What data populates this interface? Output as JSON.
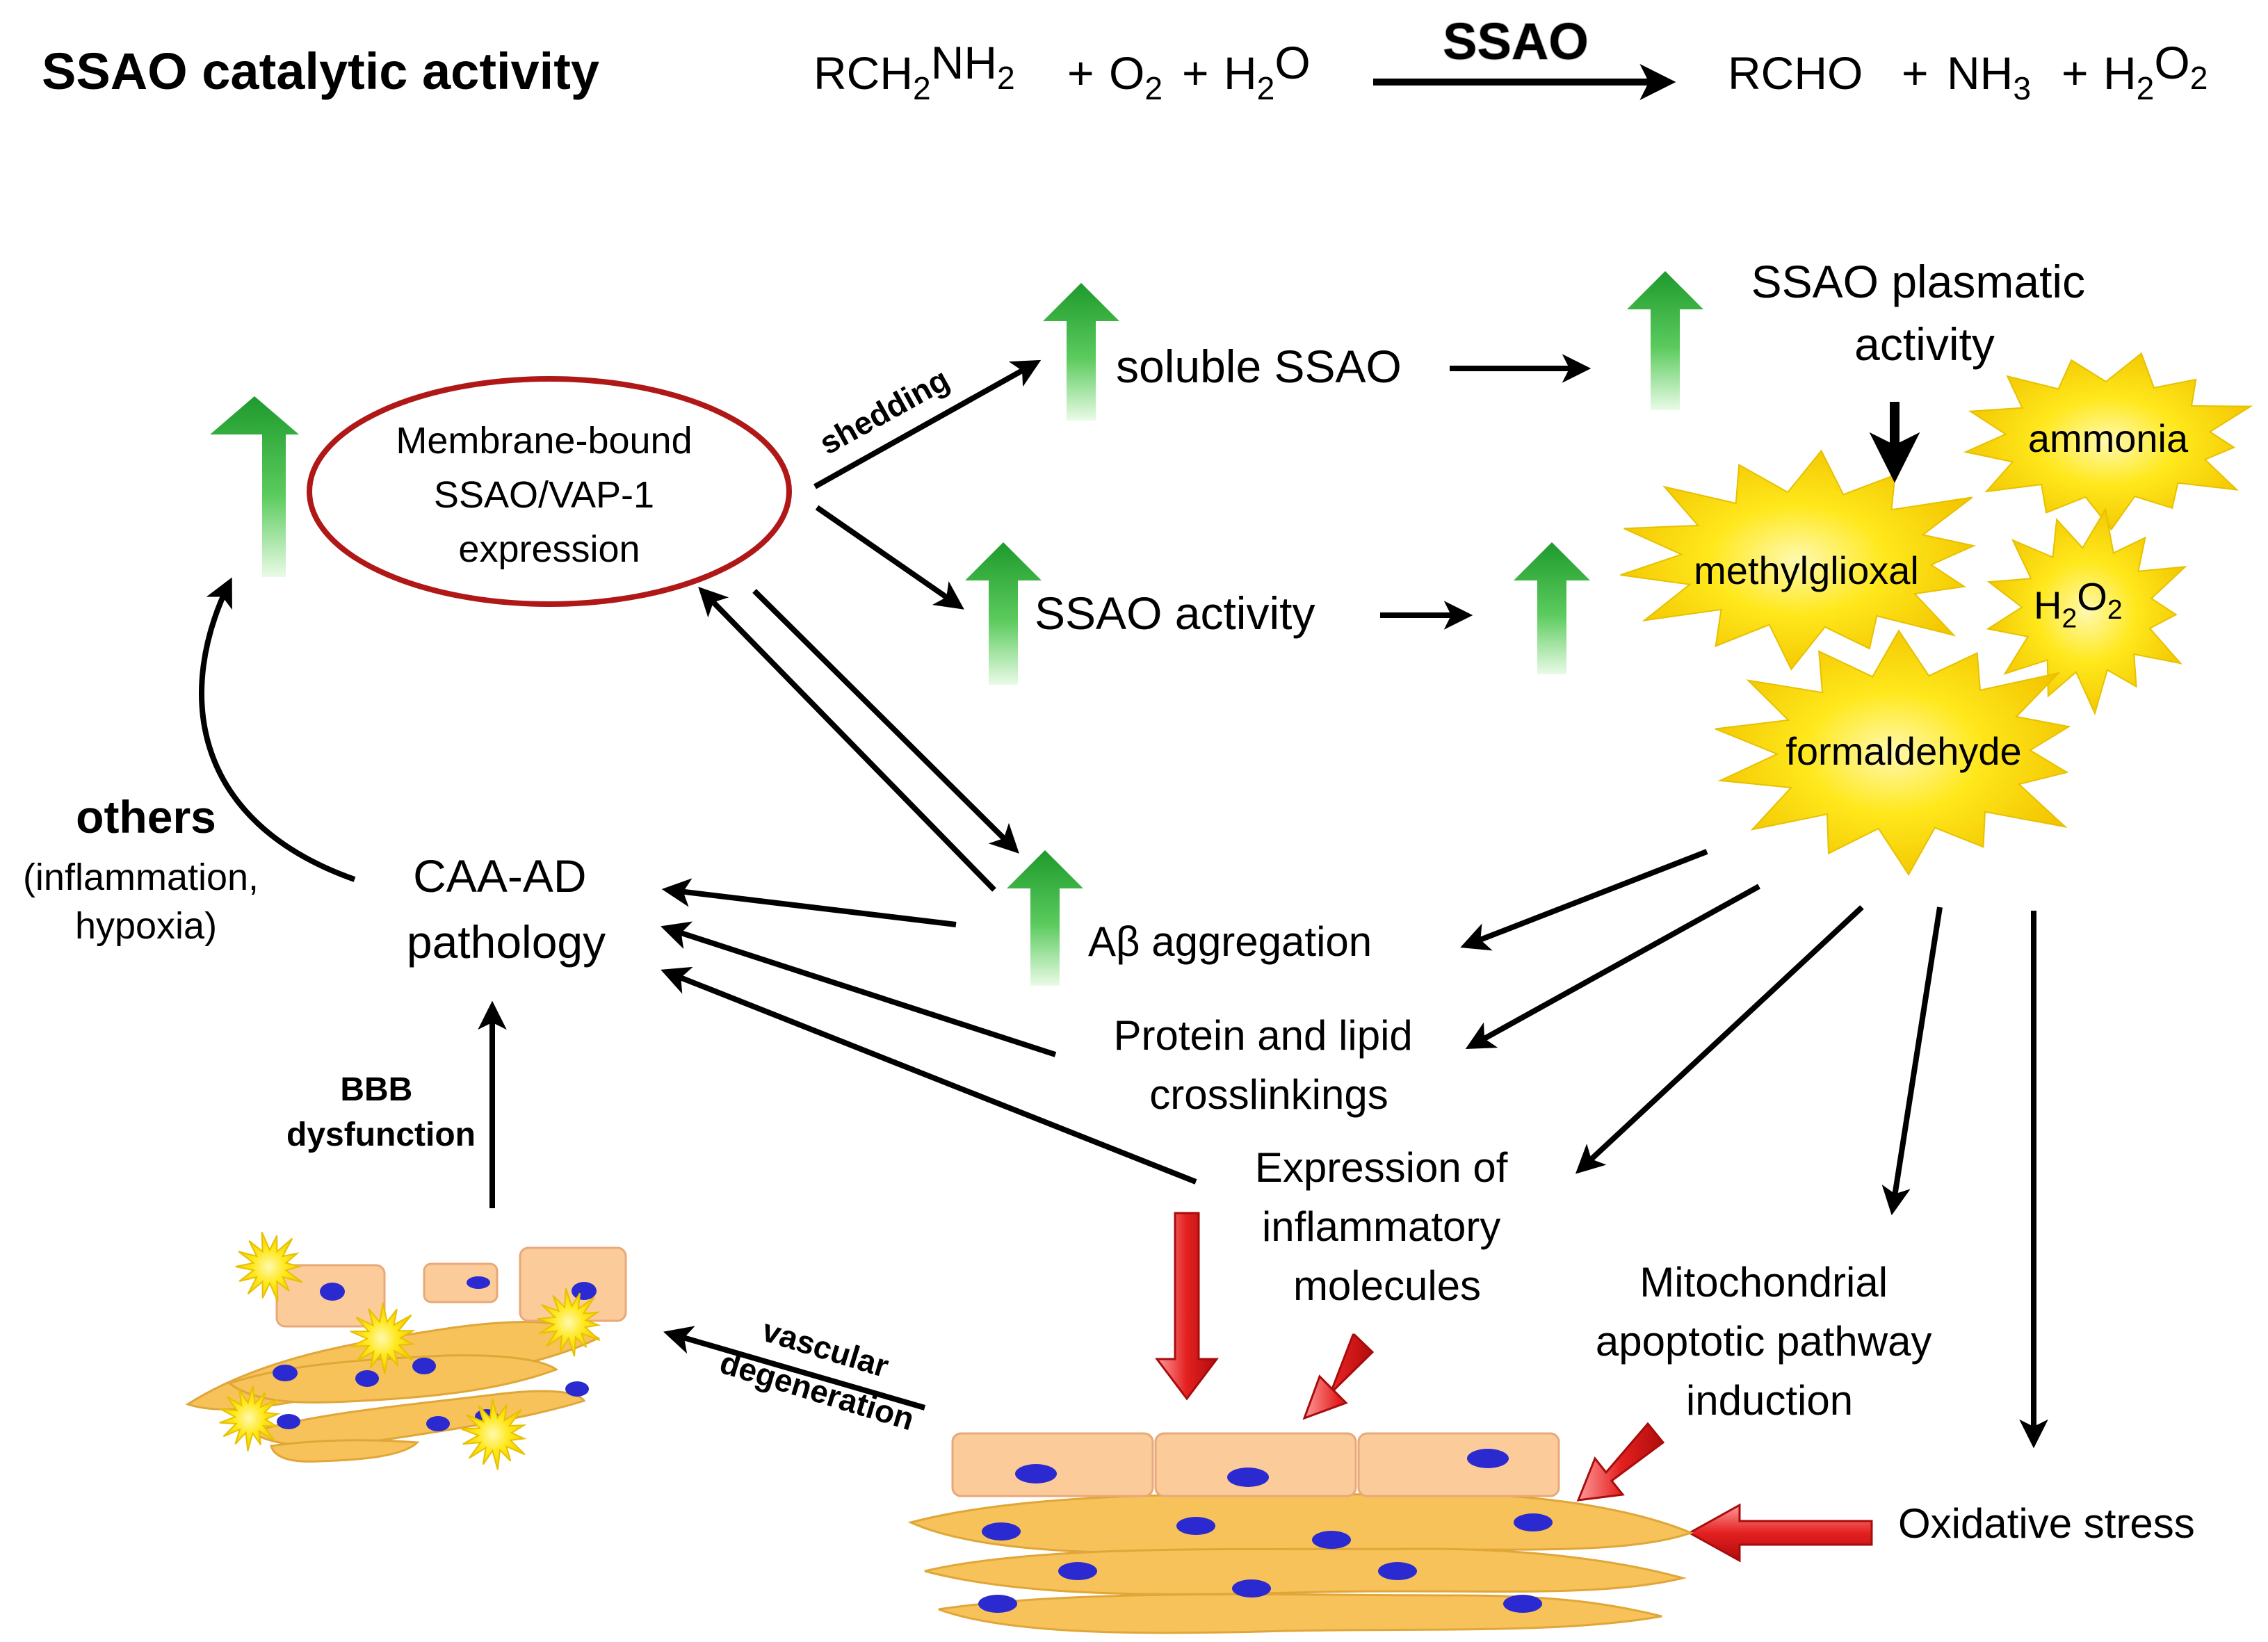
{
  "header": {
    "title": "SSAO catalytic activity",
    "equation": {
      "reactants": [
        {
          "parts": [
            {
              "t": "RCH"
            },
            {
              "t": "2",
              "sub": true
            },
            {
              "t": "NH"
            },
            {
              "t": "2",
              "sub": true
            }
          ]
        },
        {
          "parts": [
            {
              "t": "O"
            },
            {
              "t": "2",
              "sub": true
            }
          ]
        },
        {
          "parts": [
            {
              "t": "H"
            },
            {
              "t": "2",
              "sub": true
            },
            {
              "t": "O"
            }
          ]
        }
      ],
      "enzyme": "SSAO",
      "products": [
        {
          "parts": [
            {
              "t": "RCHO"
            }
          ]
        },
        {
          "parts": [
            {
              "t": "NH"
            },
            {
              "t": "3",
              "sub": true
            }
          ]
        },
        {
          "parts": [
            {
              "t": "H"
            },
            {
              "t": "2",
              "sub": true
            },
            {
              "t": "O"
            },
            {
              "t": "2",
              "sub": true
            }
          ]
        }
      ],
      "plus": "+"
    }
  },
  "nodes": {
    "membrane_ssao": [
      "Membrane-bound",
      "SSAO/VAP-1",
      "expression"
    ],
    "soluble_ssao": [
      "soluble SSAO"
    ],
    "ssao_plasmatic": [
      "SSAO plasmatic",
      "activity"
    ],
    "ssao_activity": [
      "SSAO activity"
    ],
    "abeta": [
      "Aβ aggregation"
    ],
    "crosslink": [
      "Protein and lipid",
      "crosslinkings"
    ],
    "inflammatory": [
      "Expression of",
      "inflammatory",
      "molecules"
    ],
    "mitochondrial": [
      "Mitochondrial",
      "apoptotic pathway",
      "induction"
    ],
    "oxidative": [
      "Oxidative stress"
    ],
    "caa_ad": [
      "CAA-AD",
      "pathology"
    ],
    "others_title": "others",
    "others_detail": [
      "(inflammation,",
      "hypoxia)"
    ]
  },
  "products": {
    "ammonia": "ammonia",
    "methylglioxal": "methylglioxal",
    "h2o2": [
      {
        "t": "H"
      },
      {
        "t": "2",
        "sub": true
      },
      {
        "t": "O"
      },
      {
        "t": "2",
        "sub": true
      }
    ],
    "formaldehyde": "formaldehyde"
  },
  "edge_labels": {
    "shedding": "shedding",
    "bbb": [
      "BBB",
      "dysfunction"
    ],
    "vascular": [
      "vascular",
      "degeneration"
    ]
  },
  "colors": {
    "up_arrow_green": "#1e9a2c",
    "membrane_ring": "#b01818",
    "star_yellow": "#ffe81c",
    "red_arrow": "#e01818",
    "endothelial_cell": "#fccb9a",
    "smooth_muscle": "#f7c25a",
    "nucleus": "#2a2ad0"
  },
  "icons": [
    "up-arrow-icon",
    "star-burst-icon",
    "red-block-arrow-icon",
    "vessel-wall-icon",
    "degenerated-vessel-icon"
  ]
}
